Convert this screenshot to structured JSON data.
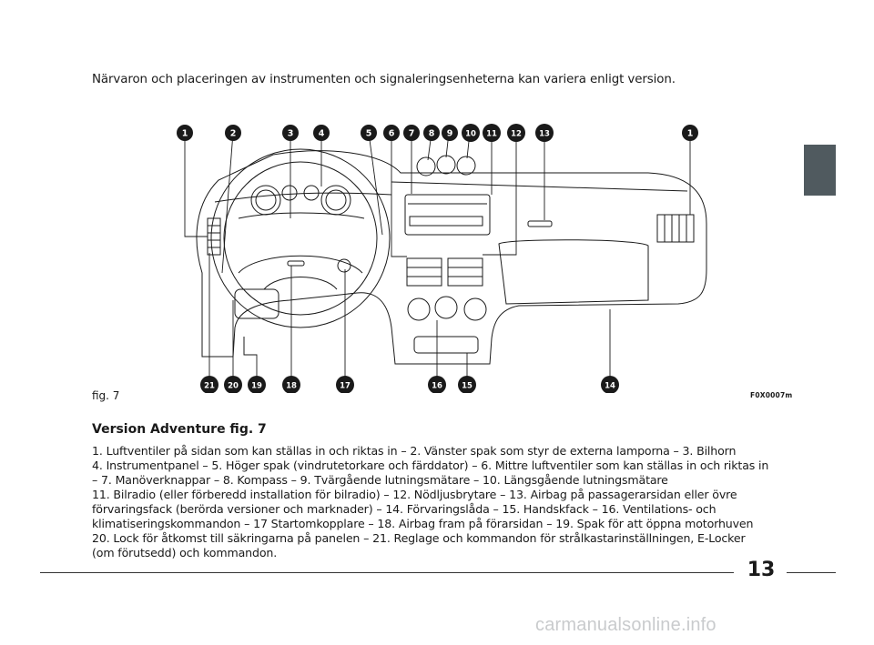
{
  "intro": "Närvaron och placeringen av instrumenten och signaleringsenheterna kan variera enligt version.",
  "figure": {
    "callouts_top": [
      "1",
      "2",
      "3",
      "4",
      "5",
      "6",
      "7",
      "8",
      "9",
      "10",
      "11",
      "12",
      "13",
      "1"
    ],
    "callouts_bottom": [
      "21",
      "20",
      "19",
      "18",
      "17",
      "16",
      "15",
      "14"
    ],
    "caption": "fig. 7",
    "code": "F0X0007m",
    "accent_color": "#1a1a1a"
  },
  "section_title": "Version Adventure fig. 7",
  "body_lines": [
    "1. Luftventiler på sidan som kan ställas in och riktas in – 2. Vänster spak som styr de externa lamporna – 3. Bilhorn",
    "4. Instrumentpanel – 5. Höger spak (vindrutetorkare och färddator) – 6. Mittre luftventiler som kan ställas in och riktas in",
    "– 7. Manöverknappar – 8. Kompass – 9. Tvärgående lutningsmätare – 10. Längsgående lutningsmätare",
    "11. Bilradio (eller förberedd installation för bilradio) – 12. Nödljusbrytare – 13. Airbag på passagerarsidan eller övre",
    "förvaringsfack (berörda versioner och marknader) – 14. Förvaringslåda – 15. Handskfack – 16. Ventilations- och",
    "klimatiseringskommandon – 17 Startomkopplare – 18. Airbag fram på förarsidan – 19. Spak för att öppna motorhuven",
    "20. Lock för åtkomst till säkringarna på panelen – 21. Reglage och kommandon för strålkastarinställningen, E-Locker",
    "(om förutsedd) och kommandon."
  ],
  "page_number": "13",
  "watermark": "carmanualsonline.info"
}
